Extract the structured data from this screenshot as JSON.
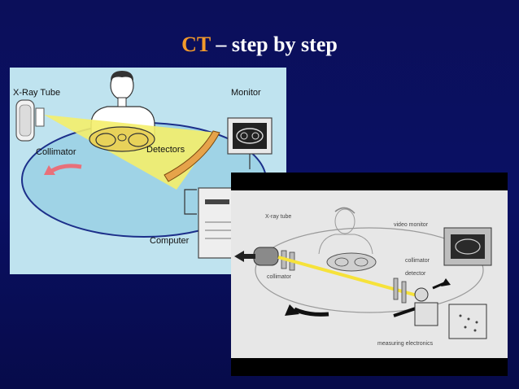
{
  "slide": {
    "title_accent": "CT",
    "title_rest": " – step by step"
  },
  "diagram1": {
    "labels": {
      "xray_tube": "X-Ray Tube",
      "monitor": "Monitor",
      "collimator": "Collimator",
      "detectors": "Detectors",
      "computer": "Computer"
    }
  },
  "diagram2": {
    "labels": {
      "xray_tube": "X-ray tube",
      "video_monitor": "video monitor",
      "collimator_right": "collimator",
      "detector": "detector",
      "collimator_left": "collimator",
      "measuring_electronics": "measuring electronics"
    }
  }
}
